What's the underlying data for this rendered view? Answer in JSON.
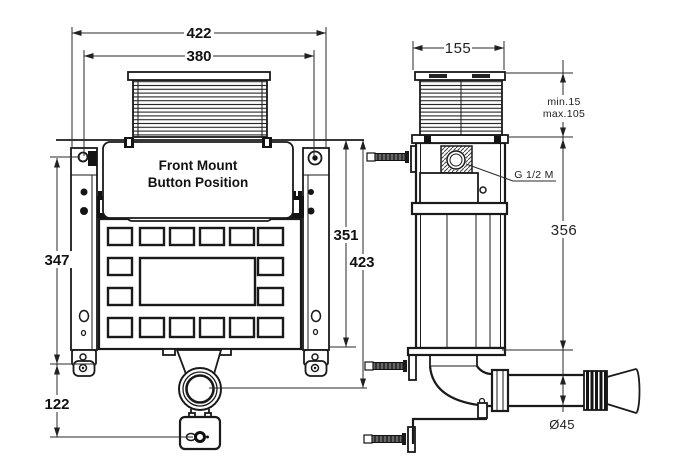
{
  "front": {
    "panel_line1": "Front Mount",
    "panel_line2": "Button Position",
    "dims": {
      "overall_width": "422",
      "mount_width": "380",
      "left_height": "347",
      "bottom_offset": "122",
      "frame_height": "351",
      "outlet_height": "423"
    }
  },
  "side": {
    "dims": {
      "depth": "155",
      "adjust_min": "min.15",
      "adjust_max": "max.105",
      "body_height": "356",
      "outlet_diameter": "Ø45",
      "inlet_thread": "G 1/2 M"
    }
  }
}
